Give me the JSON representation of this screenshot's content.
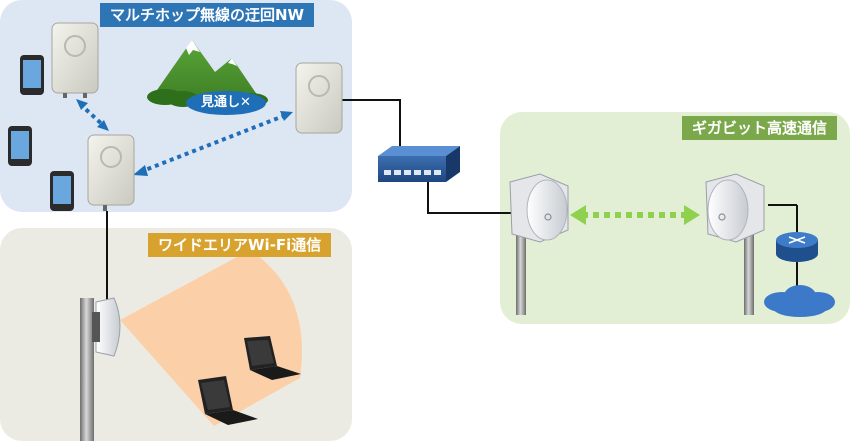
{
  "multihop": {
    "title": "マルチホップ無線の迂回NW",
    "obstacle_label": "見通し✕"
  },
  "wifi": {
    "title": "ワイドエリアWi-Fi通信"
  },
  "gigabit": {
    "title": "ギガビット高速通信"
  },
  "colors": {
    "multihop_bg": "#dde6f3",
    "multihop_label": "#2e75b6",
    "wifi_bg": "#ecebe3",
    "wifi_label": "#d8a22e",
    "gigabit_bg": "#e2efd5",
    "gigabit_label": "#7aa84a",
    "link_blue": "#1f6fb8",
    "link_green": "#8fd14f",
    "coverage": "#fbcfa8"
  },
  "icons": [
    "ap-icon",
    "smartphone-icon",
    "laptop-icon",
    "switch-icon",
    "router-icon",
    "cloud-icon",
    "mountain-icon",
    "pole-icon"
  ]
}
